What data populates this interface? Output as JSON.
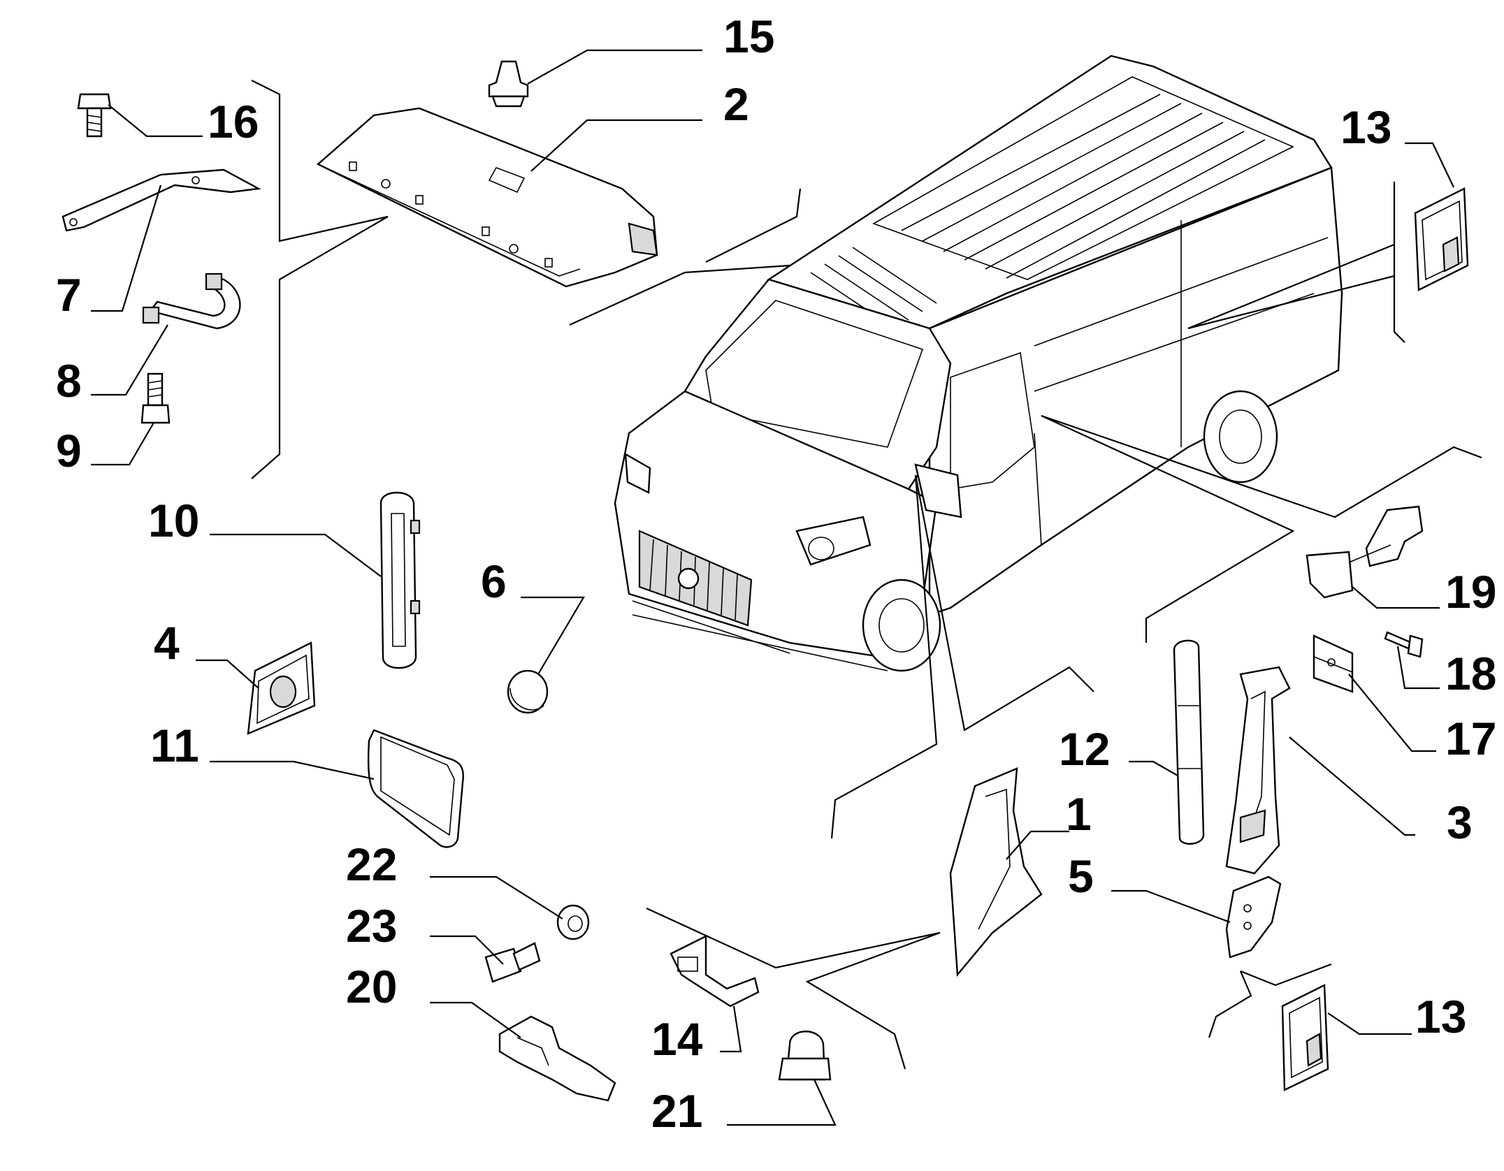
{
  "diagram": {
    "callouts": [
      {
        "id": "c15",
        "label": "15"
      },
      {
        "id": "c2",
        "label": "2"
      },
      {
        "id": "c16",
        "label": "16"
      },
      {
        "id": "c13a",
        "label": "13"
      },
      {
        "id": "c7",
        "label": "7"
      },
      {
        "id": "c8",
        "label": "8"
      },
      {
        "id": "c9",
        "label": "9"
      },
      {
        "id": "c10",
        "label": "10"
      },
      {
        "id": "c6",
        "label": "6"
      },
      {
        "id": "c4",
        "label": "4"
      },
      {
        "id": "c19",
        "label": "19"
      },
      {
        "id": "c18",
        "label": "18"
      },
      {
        "id": "c17",
        "label": "17"
      },
      {
        "id": "c11",
        "label": "11"
      },
      {
        "id": "c12",
        "label": "12"
      },
      {
        "id": "c1",
        "label": "1"
      },
      {
        "id": "c3",
        "label": "3"
      },
      {
        "id": "c5",
        "label": "5"
      },
      {
        "id": "c22",
        "label": "22"
      },
      {
        "id": "c23",
        "label": "23"
      },
      {
        "id": "c20",
        "label": "20"
      },
      {
        "id": "c14",
        "label": "14"
      },
      {
        "id": "c13b",
        "label": "13"
      },
      {
        "id": "c21",
        "label": "21"
      }
    ]
  }
}
